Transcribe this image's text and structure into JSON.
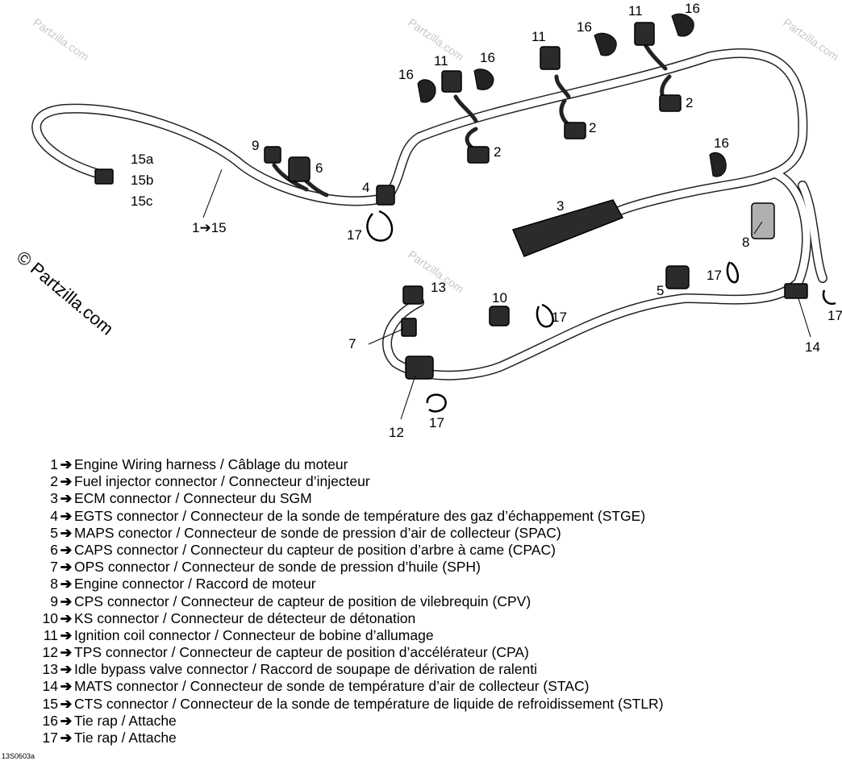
{
  "watermark": "Partzilla.com",
  "copyright": "© Partzilla.com",
  "figure_code": "13S0603a",
  "arrow": "➔",
  "callouts": {
    "c15a": "15a",
    "c15b": "15b",
    "c15c": "15c",
    "c1to15": "1➔15",
    "c9": "9",
    "c6": "6",
    "c4": "4",
    "c17a": "17",
    "c16a": "16",
    "c11a": "11",
    "c16b": "16",
    "c11b": "11",
    "c16c": "16",
    "c11c": "11",
    "c16d": "16",
    "c2a": "2",
    "c2b": "2",
    "c2c": "2",
    "c16e": "16",
    "c3": "3",
    "c8": "8",
    "c17b": "17",
    "c5": "5",
    "c17c": "17",
    "c14": "14",
    "c13": "13",
    "c10": "10",
    "c17d": "17",
    "c7": "7",
    "c12": "12",
    "c17e": "17"
  },
  "legend": [
    {
      "num": "1",
      "text": "Engine Wiring harness / Câblage du moteur"
    },
    {
      "num": "2",
      "text": "Fuel injector connector / Connecteur d’injecteur"
    },
    {
      "num": "3",
      "text": "ECM connector / Connecteur du SGM"
    },
    {
      "num": "4",
      "text": "EGTS connector / Connecteur de la sonde de température des gaz d’échappement (STGE)"
    },
    {
      "num": "5",
      "text": "MAPS conector / Connecteur de sonde de pression d’air de collecteur (SPAC)"
    },
    {
      "num": "6",
      "text": "CAPS connector / Connecteur du capteur de position d’arbre à came (CPAC)"
    },
    {
      "num": "7",
      "text": "OPS connector / Connecteur de sonde de pression d’huile (SPH)"
    },
    {
      "num": "8",
      "text": "Engine connector / Raccord de moteur"
    },
    {
      "num": "9",
      "text": "CPS connector / Connecteur de capteur de position de vilebrequin (CPV)"
    },
    {
      "num": "10",
      "text": "KS connector / Connecteur de détecteur de détonation"
    },
    {
      "num": "11",
      "text": "Ignition coil connector / Connecteur de bobine d’allumage"
    },
    {
      "num": "12",
      "text": "TPS connector / Connecteur de capteur de position d’accélérateur (CPA)"
    },
    {
      "num": "13",
      "text": "Idle bypass valve connector / Raccord de soupape de dérivation de ralenti"
    },
    {
      "num": "14",
      "text": "MATS connector / Connecteur de sonde de température d’air de collecteur (STAC)"
    },
    {
      "num": "15",
      "text": "CTS connector / Connecteur de la sonde de température de liquide de refroidissement (STLR)"
    },
    {
      "num": "16",
      "text": "Tie rap / Attache"
    },
    {
      "num": "17",
      "text": "Tie rap / Attache"
    }
  ]
}
